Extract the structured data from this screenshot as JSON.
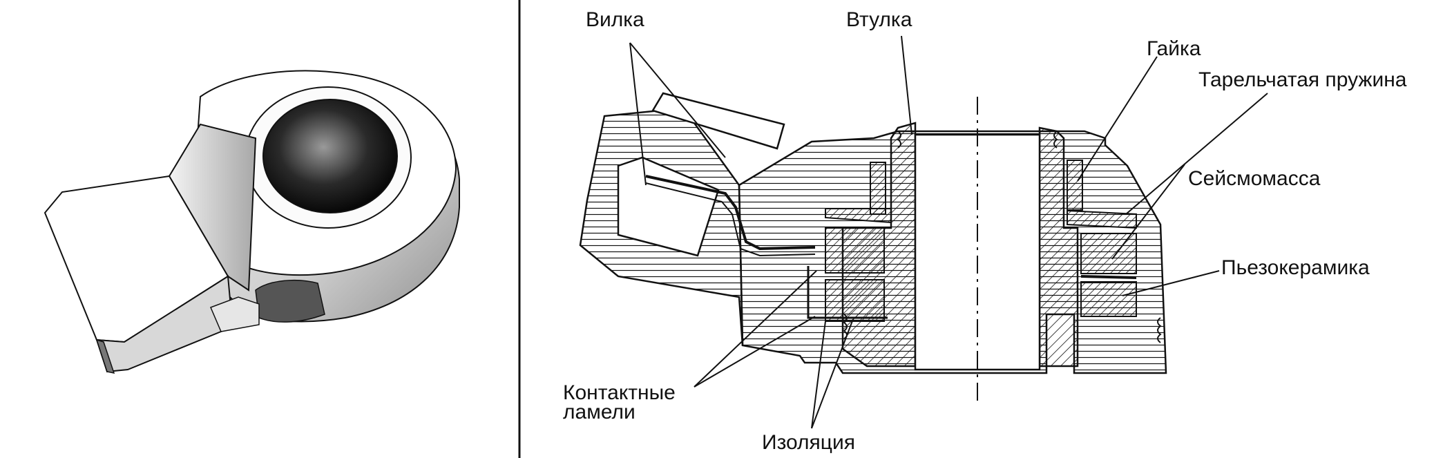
{
  "labels": {
    "vilka": "Вилка",
    "vtulka": "Втулка",
    "gaika": "Гайка",
    "tarelchataya": "Тарельчатая пружина",
    "seismomassa": "Сейсмомасса",
    "piezokeramika": "Пьезокерамика",
    "kontaktnye_1": "Контактные",
    "kontaktnye_2": "ламели",
    "izolyaciya": "Изоляция"
  },
  "colors": {
    "ink": "#111111",
    "background": "#ffffff"
  }
}
